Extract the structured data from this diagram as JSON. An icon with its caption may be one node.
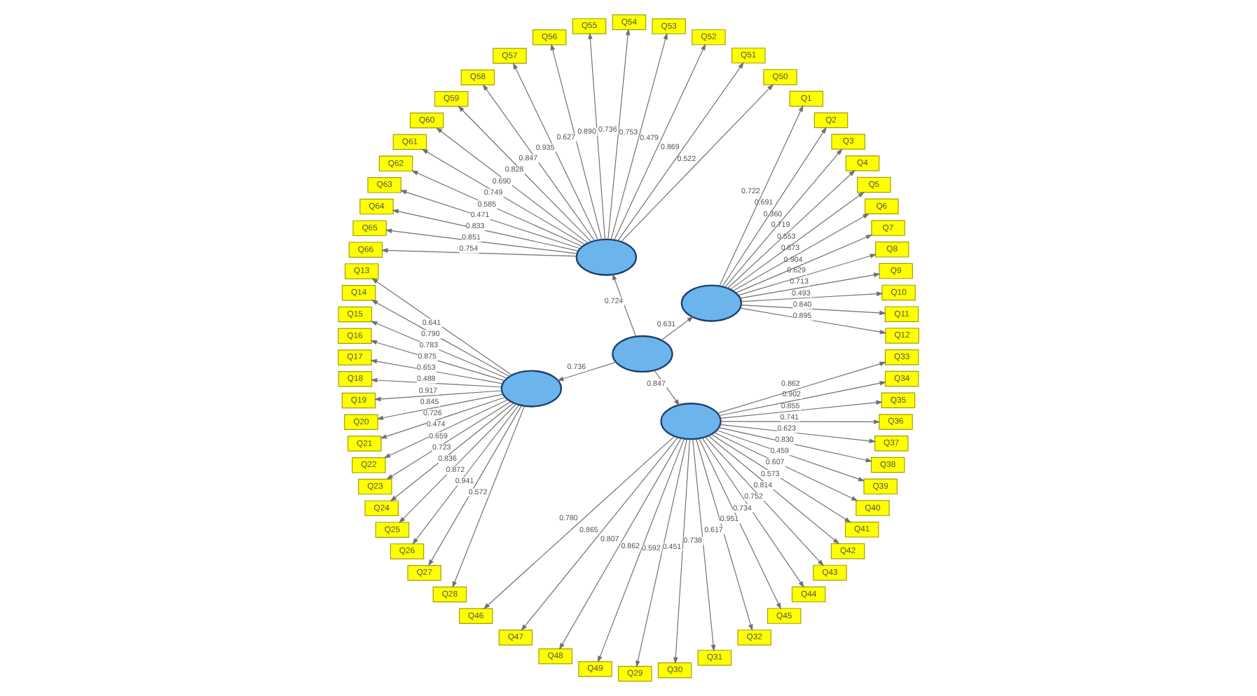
{
  "diagram": {
    "nodes": [
      {
        "text": [
          "Q12"
        ]
      },
      {
        "text": [
          "Q11"
        ]
      },
      {
        "text": [
          "Q10"
        ]
      },
      {
        "text": [
          "Q9"
        ]
      },
      {
        "text": [
          "Q8"
        ]
      },
      {
        "text": [
          "Q7"
        ]
      },
      {
        "text": [
          "Q6"
        ]
      },
      {
        "text": [
          "Q5"
        ]
      },
      {
        "text": [
          "Q4"
        ]
      },
      {
        "text": [
          "Q3"
        ]
      },
      {
        "text": [
          "Q2"
        ]
      },
      {
        "text": [
          "Q1"
        ]
      },
      {
        "text": [],
        "shape": "ellipse"
      },
      {
        "text": [
          "Q50"
        ]
      },
      {
        "text": [
          "Q51"
        ]
      },
      {
        "text": [
          "Q52"
        ]
      },
      {
        "text": [
          "Q53"
        ]
      },
      {
        "text": [
          "Q54"
        ]
      },
      {
        "text": [
          "Q55"
        ]
      },
      {
        "text": [
          "Q56"
        ]
      },
      {
        "text": [
          "Q57"
        ]
      },
      {
        "text": [
          "Q58"
        ]
      },
      {
        "text": [
          "Q59"
        ]
      },
      {
        "text": [
          "Q60"
        ]
      },
      {
        "text": [
          "Q61"
        ]
      },
      {
        "text": [
          "Q62"
        ]
      },
      {
        "text": [
          "Q63"
        ]
      },
      {
        "text": [
          "Q64"
        ]
      },
      {
        "text": [
          "Q65"
        ]
      },
      {
        "text": [
          "Q66"
        ]
      },
      {
        "text": [],
        "shape": "ellipse"
      },
      {
        "text": [],
        "shape": "ellipse"
      },
      {
        "text": [],
        "shape": "ellipse"
      },
      {
        "text": [
          "Q13"
        ]
      },
      {
        "text": [
          "Q14"
        ]
      },
      {
        "text": [
          "Q15"
        ]
      },
      {
        "text": [
          "Q16"
        ]
      },
      {
        "text": [
          "Q17"
        ]
      },
      {
        "text": [
          "Q18"
        ]
      },
      {
        "text": [
          "Q19"
        ]
      },
      {
        "text": [
          "Q20"
        ]
      },
      {
        "text": [
          "Q21"
        ]
      },
      {
        "text": [
          "Q22"
        ]
      },
      {
        "text": [
          "Q23"
        ]
      },
      {
        "text": [
          "Q24"
        ]
      },
      {
        "text": [
          "Q25"
        ]
      },
      {
        "text": [
          "Q26"
        ]
      },
      {
        "text": [
          "Q27"
        ]
      },
      {
        "text": [
          "Q28"
        ]
      },
      {
        "text": [
          "Q46"
        ]
      },
      {
        "text": [
          "Q47"
        ]
      },
      {
        "text": [
          "Q48"
        ]
      },
      {
        "text": [
          "Q49"
        ]
      },
      {
        "text": [],
        "shape": "ellipse"
      },
      {
        "text": [
          "Q29"
        ]
      },
      {
        "text": [
          "Q30"
        ]
      },
      {
        "text": [
          "Q31"
        ]
      },
      {
        "text": [
          "Q32"
        ]
      },
      {
        "text": [
          "Q45"
        ]
      },
      {
        "text": [
          "Q44"
        ]
      },
      {
        "text": [
          "Q43"
        ]
      },
      {
        "text": [
          "Q42"
        ]
      },
      {
        "text": [
          "Q41"
        ]
      },
      {
        "text": [
          "Q40"
        ]
      },
      {
        "text": [
          "Q39"
        ]
      },
      {
        "text": [
          "Q38"
        ]
      },
      {
        "text": [
          "Q37"
        ]
      },
      {
        "text": [
          "Q36"
        ]
      },
      {
        "text": [
          "Q35"
        ]
      },
      {
        "text": [
          "Q34"
        ]
      },
      {
        "text": [
          "Q33"
        ]
      }
    ],
    "edges": [
      {
        "from": 31,
        "to": 12,
        "arrow": "to",
        "label": "0.631"
      },
      {
        "from": 31,
        "to": 30,
        "arrow": "to",
        "label": "0.724"
      },
      {
        "from": 31,
        "to": 32,
        "arrow": "to",
        "label": "0.736"
      },
      {
        "from": 31,
        "to": 53,
        "arrow": "to",
        "label": "0.847"
      },
      {
        "from": 12,
        "to": 0,
        "arrow": "to",
        "label": "0.895"
      },
      {
        "from": 12,
        "to": 1,
        "arrow": "to",
        "label": "0.840"
      },
      {
        "from": 12,
        "to": 2,
        "arrow": "to",
        "label": "0.493"
      },
      {
        "from": 12,
        "to": 3,
        "arrow": "to",
        "label": "0.713"
      },
      {
        "from": 12,
        "to": 4,
        "arrow": "to",
        "label": "0.629"
      },
      {
        "from": 12,
        "to": 5,
        "arrow": "to",
        "label": "0.904"
      },
      {
        "from": 12,
        "to": 6,
        "arrow": "to",
        "label": "0.673"
      },
      {
        "from": 12,
        "to": 7,
        "arrow": "to",
        "label": "0.553"
      },
      {
        "from": 12,
        "to": 8,
        "arrow": "to",
        "label": "0.719"
      },
      {
        "from": 12,
        "to": 9,
        "arrow": "to",
        "label": "0.360"
      },
      {
        "from": 12,
        "to": 10,
        "arrow": "to",
        "label": "0.691"
      },
      {
        "from": 12,
        "to": 11,
        "arrow": "to",
        "label": "0.722"
      },
      {
        "from": 30,
        "to": 13,
        "arrow": "to",
        "label": "0.522"
      },
      {
        "from": 30,
        "to": 14,
        "arrow": "to",
        "label": "0.869"
      },
      {
        "from": 30,
        "to": 15,
        "arrow": "to",
        "label": "0.479"
      },
      {
        "from": 30,
        "to": 16,
        "arrow": "to",
        "label": "0.753"
      },
      {
        "from": 30,
        "to": 17,
        "arrow": "to",
        "label": "0.736"
      },
      {
        "from": 30,
        "to": 18,
        "arrow": "to",
        "label": "0.890"
      },
      {
        "from": 30,
        "to": 19,
        "arrow": "to",
        "label": "0.627"
      },
      {
        "from": 30,
        "to": 20,
        "arrow": "to",
        "label": "0.935"
      },
      {
        "from": 30,
        "to": 21,
        "arrow": "to",
        "label": "0.847"
      },
      {
        "from": 30,
        "to": 22,
        "arrow": "to",
        "label": "0.828"
      },
      {
        "from": 30,
        "to": 23,
        "arrow": "to",
        "label": "0.690"
      },
      {
        "from": 30,
        "to": 24,
        "arrow": "to",
        "label": "0.749"
      },
      {
        "from": 30,
        "to": 25,
        "arrow": "to",
        "label": "0.585"
      },
      {
        "from": 30,
        "to": 26,
        "arrow": "to",
        "label": "0.471"
      },
      {
        "from": 30,
        "to": 27,
        "arrow": "to",
        "label": "0.833"
      },
      {
        "from": 30,
        "to": 28,
        "arrow": "to",
        "label": "0.851"
      },
      {
        "from": 30,
        "to": 29,
        "arrow": "to",
        "label": "0.754"
      },
      {
        "from": 32,
        "to": 33,
        "arrow": "to",
        "label": "0.641"
      },
      {
        "from": 32,
        "to": 34,
        "arrow": "to",
        "label": "0.790"
      },
      {
        "from": 32,
        "to": 35,
        "arrow": "to",
        "label": "0.783"
      },
      {
        "from": 32,
        "to": 36,
        "arrow": "to",
        "label": "0.875"
      },
      {
        "from": 32,
        "to": 37,
        "arrow": "to",
        "label": "0.653"
      },
      {
        "from": 32,
        "to": 38,
        "arrow": "to",
        "label": "0.488"
      },
      {
        "from": 32,
        "to": 39,
        "arrow": "to",
        "label": "0.917"
      },
      {
        "from": 32,
        "to": 40,
        "arrow": "to",
        "label": "0.845"
      },
      {
        "from": 32,
        "to": 41,
        "arrow": "to",
        "label": "0.726"
      },
      {
        "from": 32,
        "to": 42,
        "arrow": "to",
        "label": "0.474"
      },
      {
        "from": 32,
        "to": 43,
        "arrow": "to",
        "label": "0.659"
      },
      {
        "from": 32,
        "to": 44,
        "arrow": "to",
        "label": "0.723"
      },
      {
        "from": 32,
        "to": 45,
        "arrow": "to",
        "label": "0.836"
      },
      {
        "from": 32,
        "to": 46,
        "arrow": "to",
        "label": "0.872"
      },
      {
        "from": 32,
        "to": 47,
        "arrow": "to",
        "label": "0.941"
      },
      {
        "from": 32,
        "to": 48,
        "arrow": "to",
        "label": "0.572"
      },
      {
        "from": 53,
        "to": 49,
        "arrow": "to",
        "label": "0.780"
      },
      {
        "from": 53,
        "to": 50,
        "arrow": "to",
        "label": "0.865"
      },
      {
        "from": 53,
        "to": 51,
        "arrow": "to",
        "label": "0.807"
      },
      {
        "from": 53,
        "to": 52,
        "arrow": "to",
        "label": "0.862"
      },
      {
        "from": 53,
        "to": 54,
        "arrow": "to",
        "label": "0.592"
      },
      {
        "from": 53,
        "to": 55,
        "arrow": "to",
        "label": "0.451"
      },
      {
        "from": 53,
        "to": 56,
        "arrow": "to",
        "label": "0.738"
      },
      {
        "from": 53,
        "to": 57,
        "arrow": "to",
        "label": "0.617"
      },
      {
        "from": 53,
        "to": 58,
        "arrow": "to",
        "label": "0.951"
      },
      {
        "from": 53,
        "to": 59,
        "arrow": "to",
        "label": "0.734"
      },
      {
        "from": 53,
        "to": 60,
        "arrow": "to",
        "label": "0.752"
      },
      {
        "from": 53,
        "to": 61,
        "arrow": "to",
        "label": "0.814"
      },
      {
        "from": 53,
        "to": 62,
        "arrow": "to",
        "label": "0.573"
      },
      {
        "from": 53,
        "to": 63,
        "arrow": "to",
        "label": "0.607"
      },
      {
        "from": 53,
        "to": 64,
        "arrow": "to",
        "label": "0.459"
      },
      {
        "from": 53,
        "to": 65,
        "arrow": "to",
        "label": "0.830"
      },
      {
        "from": 53,
        "to": 66,
        "arrow": "to",
        "label": "0.623"
      },
      {
        "from": 53,
        "to": 67,
        "arrow": "to",
        "label": "0.741"
      },
      {
        "from": 53,
        "to": 68,
        "arrow": "to",
        "label": "0.855"
      },
      {
        "from": 53,
        "to": 69,
        "arrow": "to",
        "label": "0.902"
      },
      {
        "from": 53,
        "to": 70,
        "arrow": "to",
        "label": "0.862"
      }
    ]
  }
}
